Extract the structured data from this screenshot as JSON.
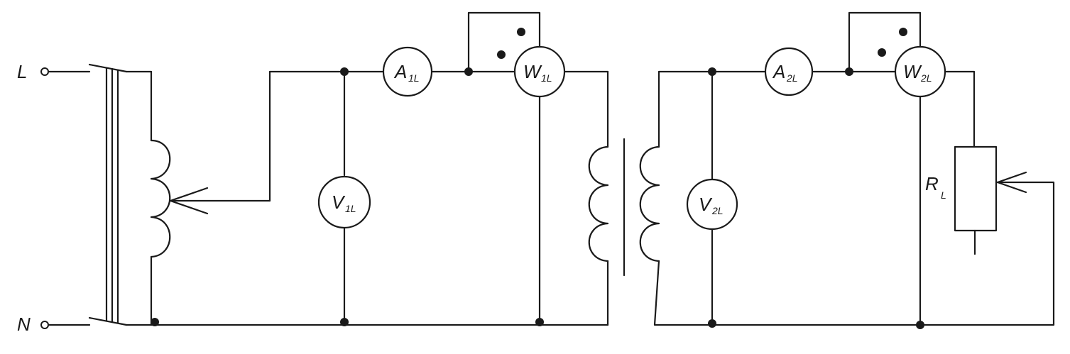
{
  "terminals": {
    "line": "L",
    "neutral": "N"
  },
  "meters": {
    "a1": {
      "main": "A",
      "sub": "1L"
    },
    "w1": {
      "main": "W",
      "sub": "1L"
    },
    "v1": {
      "main": "V",
      "sub": "1L"
    },
    "a2": {
      "main": "A",
      "sub": "2L"
    },
    "w2": {
      "main": "W",
      "sub": "2L"
    },
    "v2": {
      "main": "V",
      "sub": "2L"
    }
  },
  "load": {
    "main": "R",
    "sub": "L"
  }
}
